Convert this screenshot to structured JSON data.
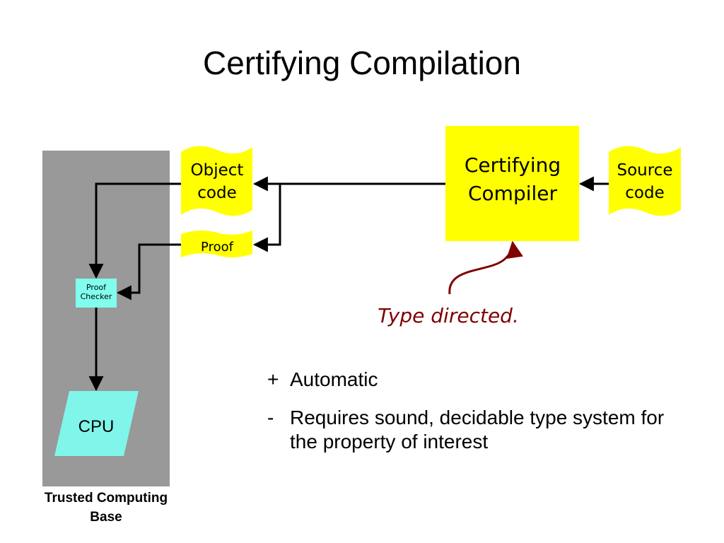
{
  "slide": {
    "title": "Certifying Compilation",
    "tcb_label": [
      "Trusted Computing",
      "Base"
    ],
    "object_code": [
      "Object",
      "code"
    ],
    "proof": "Proof",
    "compiler": [
      "Certifying",
      "Compiler"
    ],
    "source_code": [
      "Source",
      "code"
    ],
    "proof_checker": [
      "Proof",
      "Checker"
    ],
    "cpu": "CPU",
    "annotation": "Type directed.",
    "bullets": [
      {
        "mark": "+",
        "text": "Automatic"
      },
      {
        "mark": "-",
        "text": "Requires sound, decidable type system for the property of interest"
      }
    ]
  },
  "colors": {
    "tcb_background": "#999999",
    "document_yellow": "#ffff00",
    "proof_checker_fill": "#80ffee",
    "cpu_fill": "#80f5ea",
    "annotation": "#800000"
  }
}
